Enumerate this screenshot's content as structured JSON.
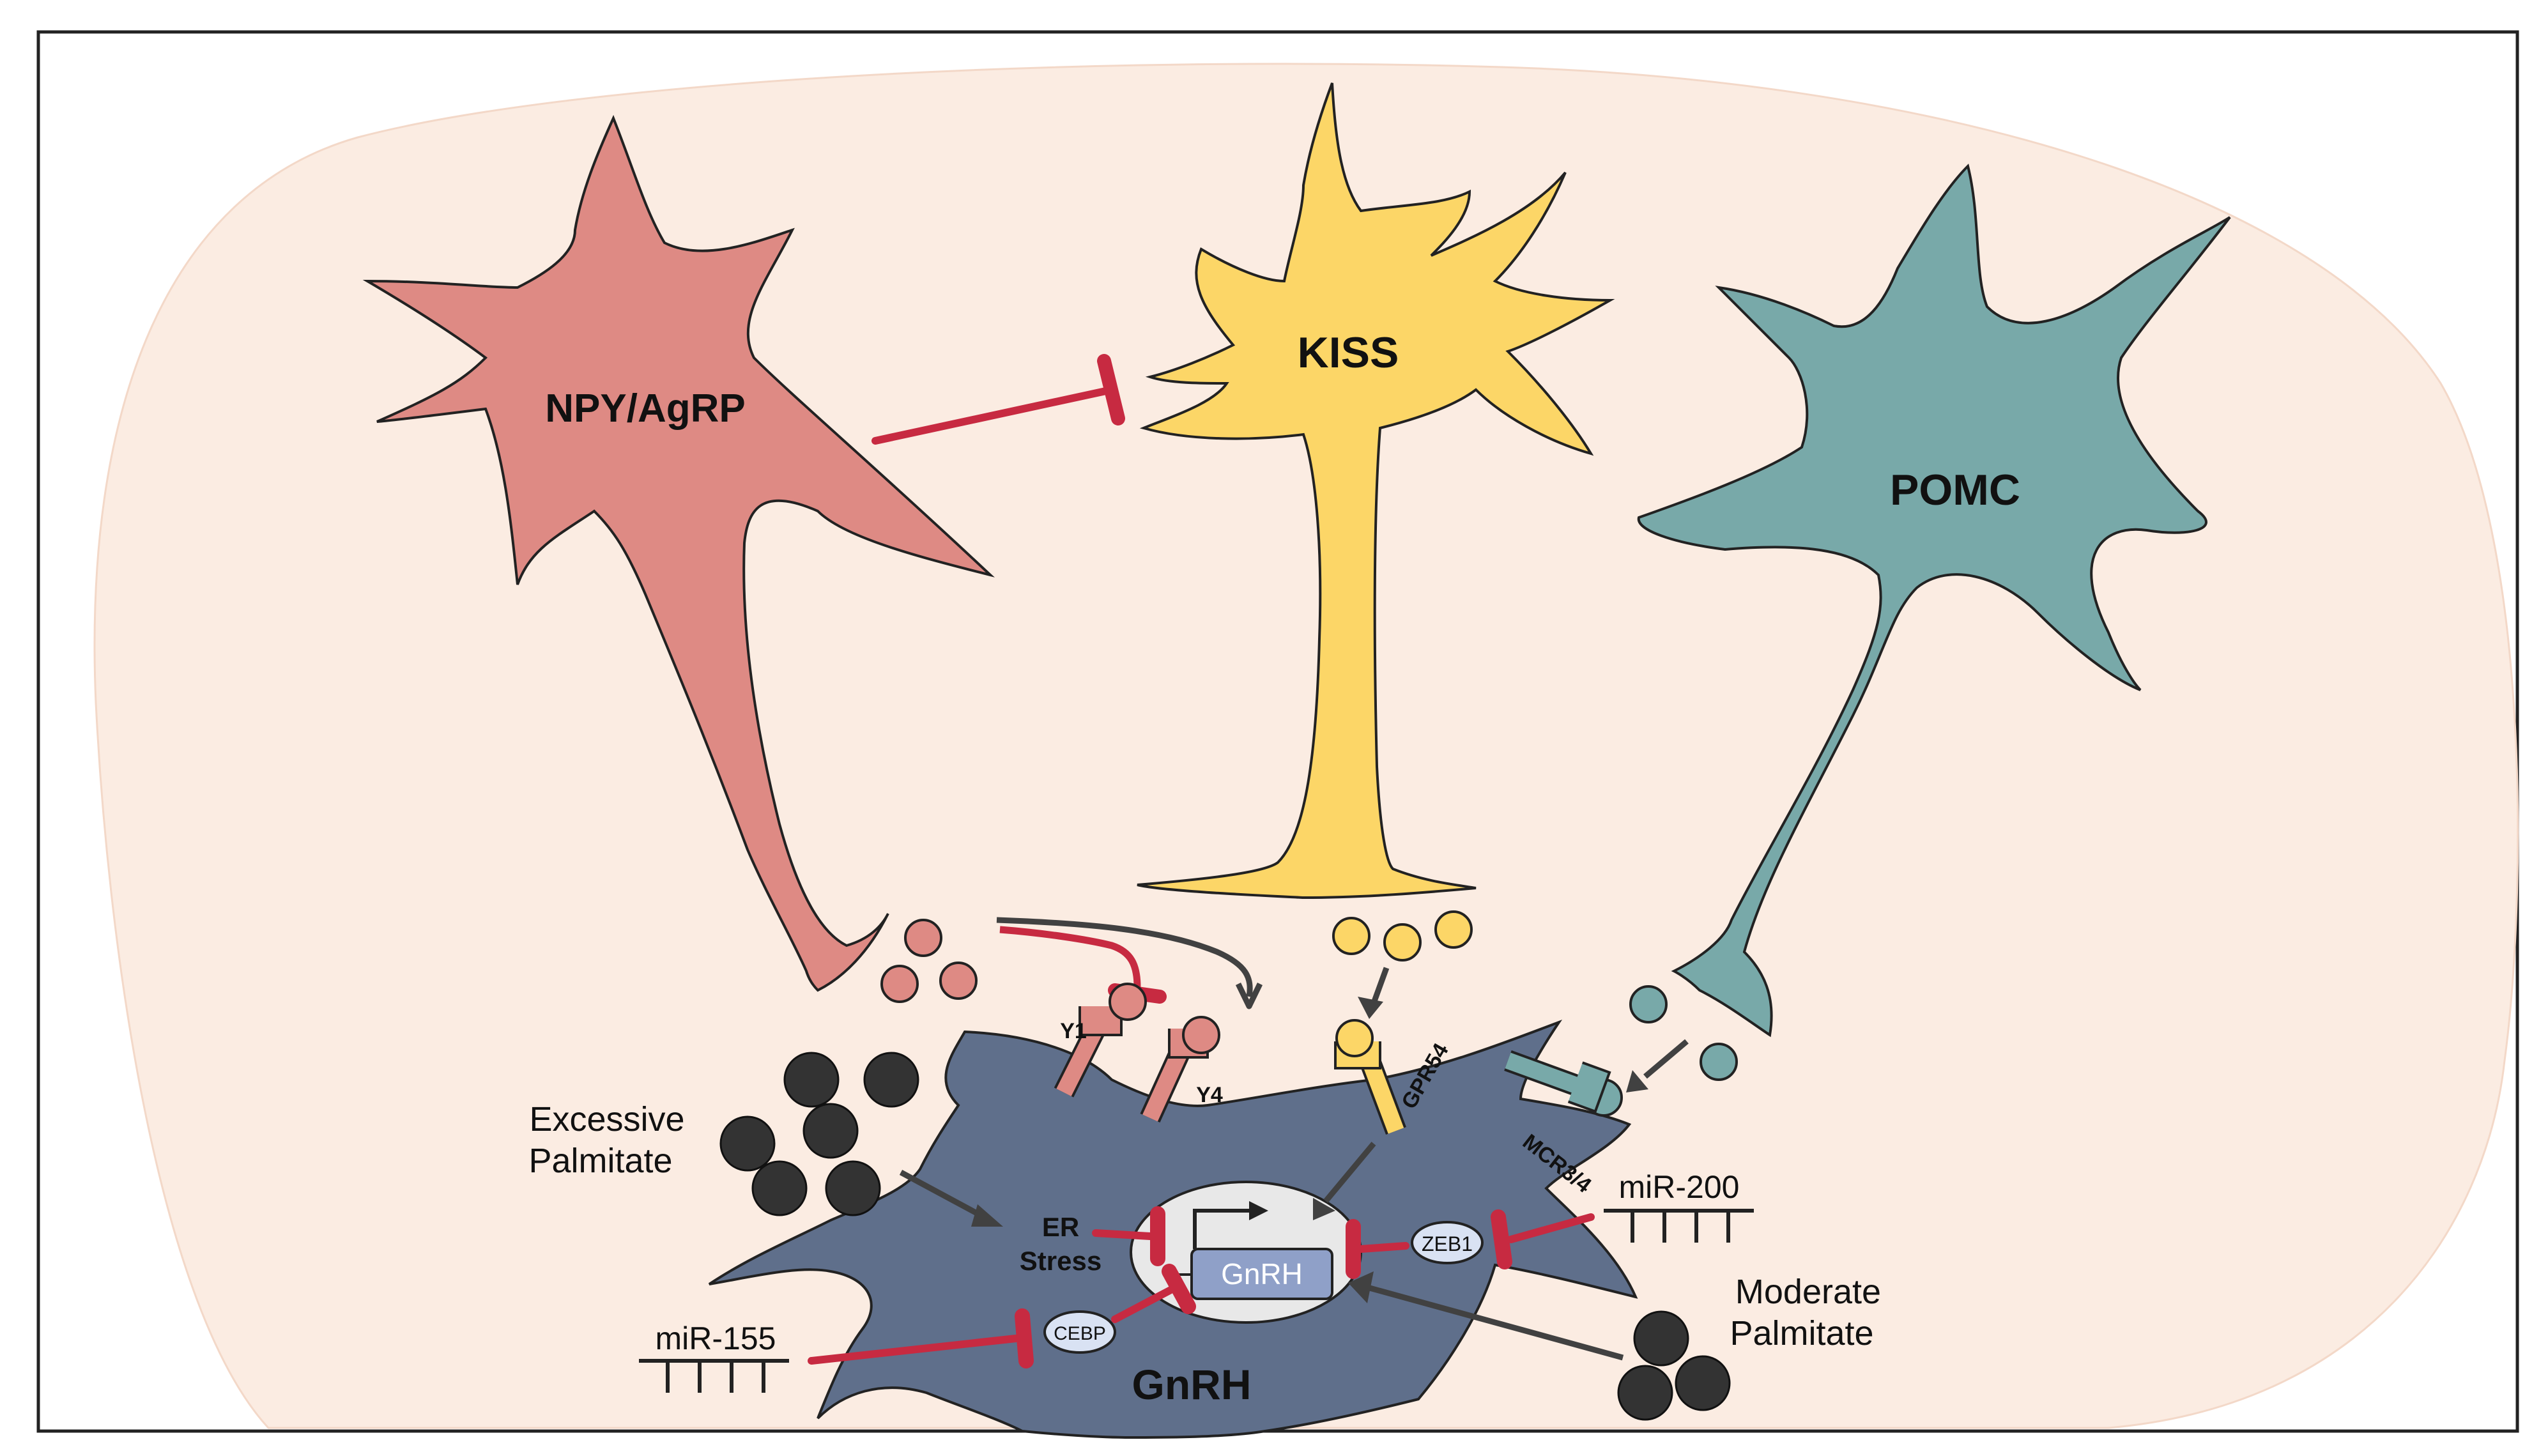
{
  "neurons": {
    "npy": {
      "label": "NPY/AgRP",
      "color": "#de8a84"
    },
    "kiss": {
      "label": "KISS",
      "color": "#fcd667"
    },
    "pomc": {
      "label": "POMC",
      "color": "#78a9a9"
    },
    "gnrh": {
      "label": "GnRH",
      "color": "#5f6f8b"
    }
  },
  "background_color": "#fbece2",
  "inhibit_color": "#c72a41",
  "activate_color": "#414141",
  "receptors": {
    "y1": "Y1",
    "y4": "Y4",
    "gpr54": "GPR54",
    "mcr": "MCR3/4"
  },
  "nucleus": {
    "gene": "GnRH",
    "er_stress_line1": "ER",
    "er_stress_line2": "Stress",
    "zeb1": "ZEB1",
    "cebp": "CEBP"
  },
  "mirnas": {
    "mir200": "miR-200",
    "mir155": "miR-155"
  },
  "palmitate": {
    "excessive_line1": "Excessive",
    "excessive_line2": "Palmitate",
    "moderate_line1": "Moderate",
    "moderate_line2": "Palmitate"
  }
}
